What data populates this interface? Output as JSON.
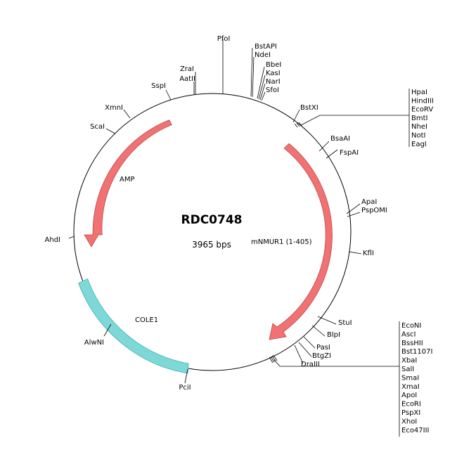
{
  "plasmid": {
    "name": "RDC0748",
    "size_label": "3965 bps"
  },
  "colors": {
    "backbone": "#000000",
    "arrow_fill": "#f07272",
    "arrow_stroke": "#c04848",
    "cole1_fill": "#7fd8d8",
    "cole1_stroke": "#40b0b0",
    "cluster_mark": "#222222"
  },
  "features": [
    {
      "id": "amp",
      "label": "AMP",
      "type": "arrow",
      "direction": "ccw"
    },
    {
      "id": "mnmur1",
      "label": "mNMUR1 (1-405)",
      "type": "arrow",
      "direction": "cw"
    },
    {
      "id": "cole1",
      "label": "COLE1",
      "type": "block"
    }
  ],
  "sites": [
    {
      "id": "pfoi",
      "label": "PfoI"
    },
    {
      "id": "bstapi",
      "label": "BstAPI"
    },
    {
      "id": "ndei",
      "label": "NdeI"
    },
    {
      "id": "bbei",
      "label": "BbeI"
    },
    {
      "id": "kasi",
      "label": "KasI"
    },
    {
      "id": "nari",
      "label": "NarI"
    },
    {
      "id": "sfoi",
      "label": "SfoI"
    },
    {
      "id": "bstxi",
      "label": "BstXI"
    },
    {
      "id": "bsaai",
      "label": "BsaAI"
    },
    {
      "id": "fspai",
      "label": "FspAI"
    },
    {
      "id": "apai",
      "label": "ApaI"
    },
    {
      "id": "psp-omi",
      "label": "PspOMI"
    },
    {
      "id": "kfli",
      "label": "KflI"
    },
    {
      "id": "stui",
      "label": "StuI"
    },
    {
      "id": "blpi",
      "label": "BlpI"
    },
    {
      "id": "pasi",
      "label": "PasI"
    },
    {
      "id": "btgzi",
      "label": "BtgZI"
    },
    {
      "id": "dralli",
      "label": "DraIII"
    },
    {
      "id": "pcii",
      "label": "PciI"
    },
    {
      "id": "alwni",
      "label": "AlwNI"
    },
    {
      "id": "ahdi",
      "label": "AhdI"
    },
    {
      "id": "scai",
      "label": "ScaI"
    },
    {
      "id": "xmni",
      "label": "XmnI"
    },
    {
      "id": "sspi",
      "label": "SspI"
    },
    {
      "id": "aatii",
      "label": "AatII"
    },
    {
      "id": "zrai",
      "label": "ZraI"
    }
  ],
  "cluster_top": {
    "labels": [
      "HpaI",
      "HindIII",
      "EcoRV",
      "BmtI",
      "NheI",
      "NotI",
      "EagI"
    ]
  },
  "cluster_bottom": {
    "labels": [
      "EcoNI",
      "AscI",
      "BssHII",
      "Bst1107I",
      "XbaI",
      "SalI",
      "SmaI",
      "XmaI",
      "ApoI",
      "EcoRI",
      "PspXI",
      "XhoI",
      "Eco47III"
    ]
  }
}
